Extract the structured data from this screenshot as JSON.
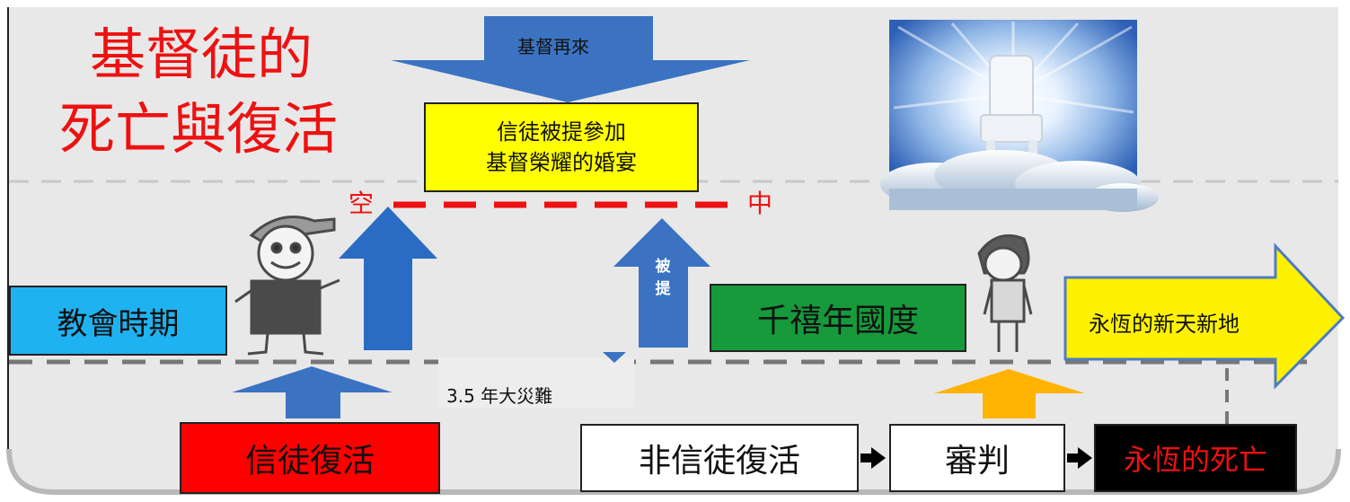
{
  "title": {
    "line1": "基督徒的",
    "line2": "死亡與復活"
  },
  "second_coming": "基督再來",
  "rapture_feast": {
    "line1": "信徒被提參加",
    "line2": "基督榮耀的婚宴"
  },
  "air": {
    "left": "空",
    "right": "中"
  },
  "raptured": "被\n提",
  "periods": {
    "church": "教會時期",
    "tribulation": "3.5 年大災難",
    "millennium": "千禧年國度",
    "eternal": "永恆的新天新地"
  },
  "outcomes": {
    "believer_resurrection": "信徒復活",
    "nonbeliever_resurrection": "非信徒復活",
    "judgment": "審判",
    "eternal_death": "永恆的死亡"
  },
  "colors": {
    "title": "#ee1111",
    "arrow_blue": "#3b73c2",
    "church": "#1fb2f0",
    "millennium": "#169a3c",
    "eternal": "#fff200",
    "resurrection": "#ff0000",
    "judgment_arrow": "#ffb300"
  },
  "icons": [
    "throne-in-clouds-image",
    "cartoon-boy-icon",
    "cartoon-girl-icon",
    "black-arrow-icon"
  ]
}
